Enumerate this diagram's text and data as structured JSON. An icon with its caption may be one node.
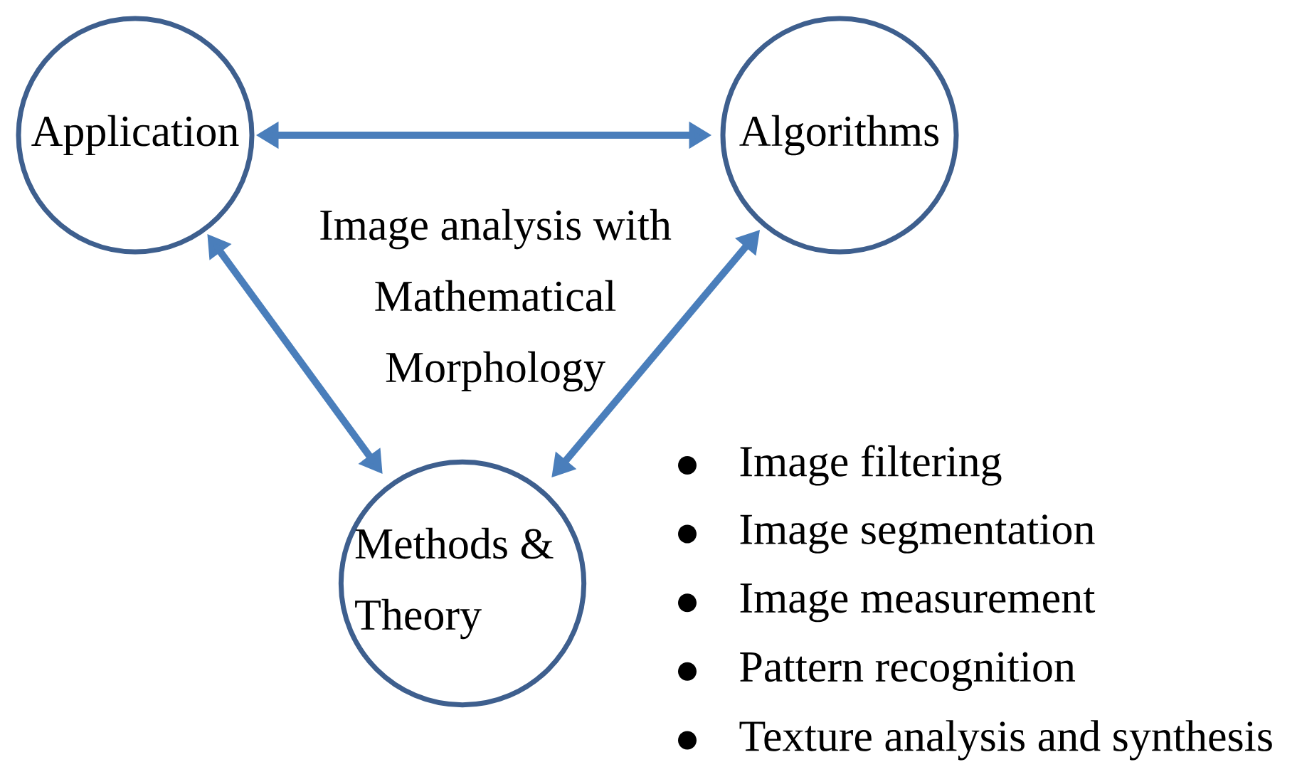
{
  "diagram": {
    "nodes": [
      {
        "text": [
          "Application"
        ]
      },
      {
        "text": [
          "Algorithms"
        ]
      },
      {
        "text": [
          "Methods & Theory"
        ]
      }
    ],
    "edges": [
      {
        "from": 0,
        "to": 1,
        "arrow": "both"
      },
      {
        "from": 0,
        "to": 2,
        "arrow": "both"
      },
      {
        "from": 1,
        "to": 2,
        "arrow": "both"
      }
    ],
    "labels": [
      "Image analysis with Mathematical Morphology",
      "Image filtering",
      "Image segmentation",
      "Image measurement",
      "Pattern recognition",
      "Texture analysis and synthesis"
    ]
  }
}
